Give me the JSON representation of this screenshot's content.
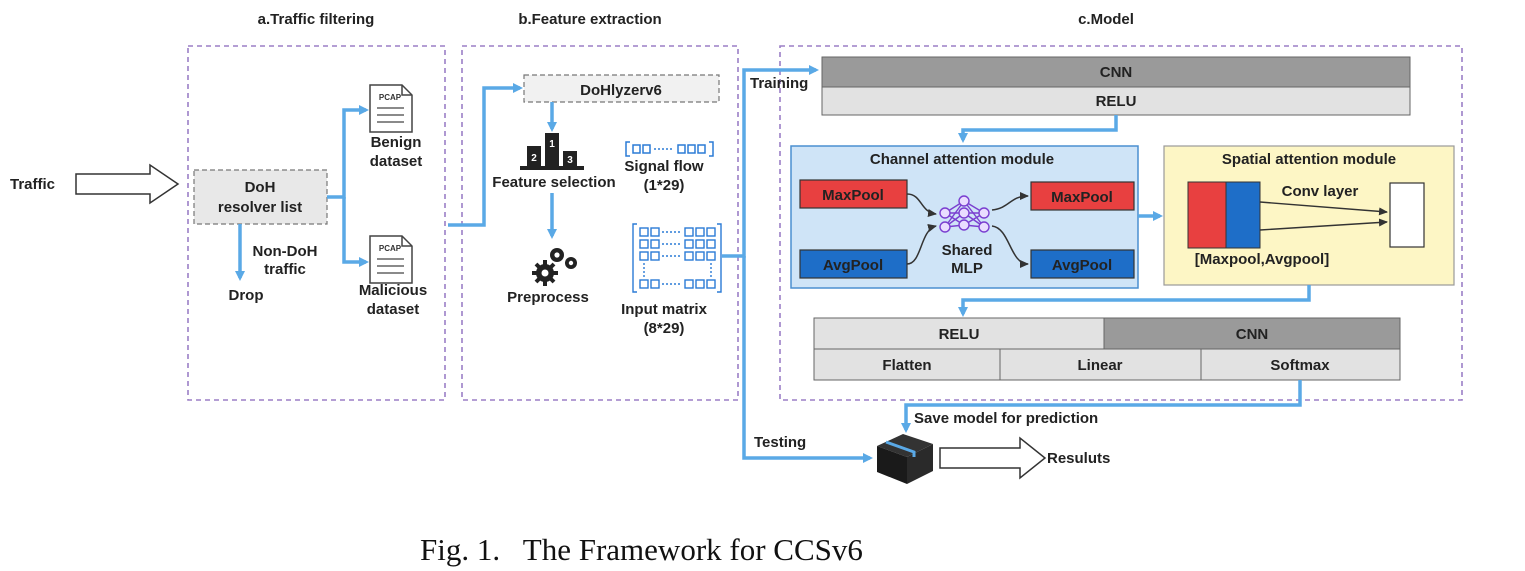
{
  "sections": {
    "a": "a.Traffic filtering",
    "b": "b.Feature extraction",
    "c": "c.Model"
  },
  "input": "Traffic",
  "filtering": {
    "resolver_line1": "DoH",
    "resolver_line2": "resolver list",
    "non_doh_line1": "Non-DoH",
    "non_doh_line2": "traffic",
    "drop": "Drop",
    "benign_line1": "Benign",
    "benign_line2": "dataset",
    "malicious_line1": "Malicious",
    "malicious_line2": "dataset",
    "pcap_icon_text": "PCAP"
  },
  "features": {
    "tool": "DoHlyzerv6",
    "feature_selection": "Feature selection",
    "preprocess": "Preprocess",
    "signal_flow_line1": "Signal flow",
    "signal_flow_line2": "(1*29)",
    "input_matrix_line1": "Input matrix",
    "input_matrix_line2": "(8*29)",
    "podium": [
      "1",
      "2",
      "3"
    ]
  },
  "model": {
    "training": "Training",
    "testing": "Testing",
    "cnn_top": "CNN",
    "relu_top": "RELU",
    "channel_title": "Channel attention module",
    "spatial_title": "Spatial attention module",
    "maxpool": "MaxPool",
    "avgpool": "AvgPool",
    "shared_line1": "Shared",
    "shared_line2": "MLP",
    "conv_layer": "Conv layer",
    "pool_concat": "[Maxpool,Avgpool]",
    "relu_bottom": "RELU",
    "cnn_bottom": "CNN",
    "flatten": "Flatten",
    "linear": "Linear",
    "softmax": "Softmax",
    "save_model": "Save model for prediction",
    "results": "Resuluts"
  },
  "caption": "Fig. 1.   The Framework for CCSv6",
  "colors": {
    "flow": "#5aa9e6",
    "maxpool": "#e84040",
    "avgpool": "#1e6ec8",
    "channel_bg": "#cfe4f7",
    "spatial_bg": "#fdf6c5",
    "dark_gray": "#9a9a9a",
    "light_gray": "#e2e2e2"
  }
}
